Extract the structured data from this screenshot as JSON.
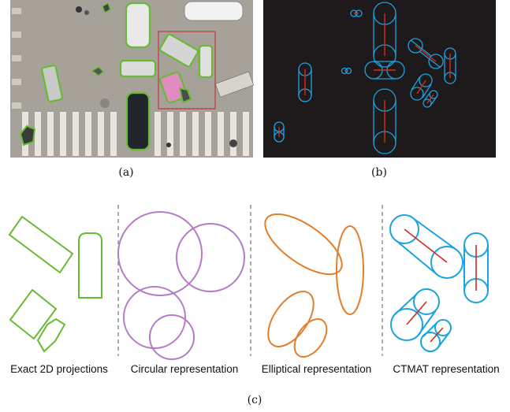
{
  "captions": {
    "a": "(a)",
    "b": "(b)",
    "c": "(c)"
  },
  "panels": [
    {
      "label": "Exact 2D projections"
    },
    {
      "label": "Circular representation"
    },
    {
      "label": "Elliptical representation"
    },
    {
      "label": "CTMAT representation"
    }
  ],
  "colors": {
    "projection": "#66bb33",
    "circle": "#b57bc4",
    "ellipse": "#e07f2e",
    "ctmat": "#1aa3e0",
    "axis": "#d62a1f",
    "photo_roi": "#c8343f",
    "dark_bg": "#1e1a1b",
    "road": "#a39f97"
  }
}
